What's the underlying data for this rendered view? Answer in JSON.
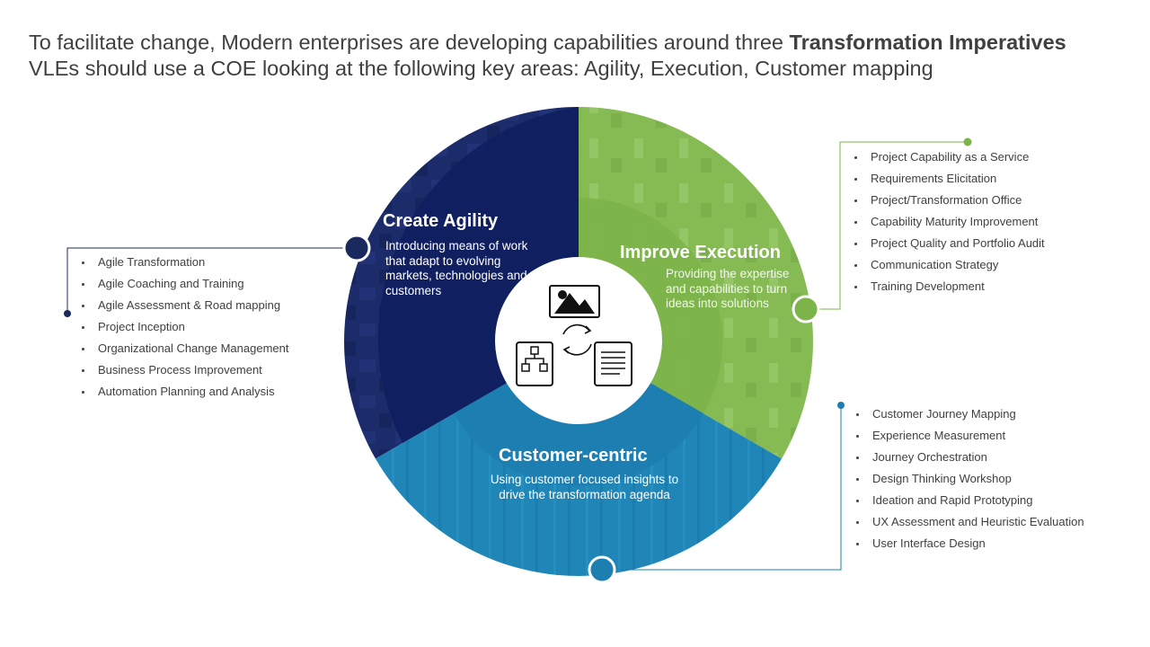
{
  "headline": {
    "line1_prefix": "To facilitate change, Modern enterprises are developing capabilities around three ",
    "line1_bold": "Transformation Imperatives",
    "line2": "VLEs should use a COE looking at the following key areas: Agility, Execution, Customer mapping"
  },
  "colors": {
    "agility": "#1b2a6b",
    "execution": "#7db44a",
    "customer": "#1d7fb0",
    "center": "#ffffff",
    "connector_agility": "#1b2a5e",
    "connector_execution": "#7db44a",
    "connector_customer": "#1d7fb0"
  },
  "segments": {
    "agility": {
      "title": "Create Agility",
      "description": "Introducing means of work that adapt to evolving markets, technologies and customers",
      "items": [
        "Agile Transformation",
        "Agile Coaching and Training",
        "Agile Assessment & Road mapping",
        "Project Inception",
        "Organizational Change Management",
        "Business Process Improvement",
        "Automation Planning and Analysis"
      ]
    },
    "execution": {
      "title": "Improve Execution",
      "description": "Providing the expertise and capabilities to turn ideas into solutions",
      "items": [
        "Project Capability as a Service",
        "Requirements Elicitation",
        "Project/Transformation  Office",
        "Capability Maturity Improvement",
        "Project Quality and Portfolio Audit",
        "Communication Strategy",
        "Training Development"
      ]
    },
    "customer": {
      "title": "Customer-centric",
      "description": "Using customer focused insights to drive the transformation agenda",
      "items": [
        "Customer Journey Mapping",
        "Experience Measurement",
        "Journey Orchestration",
        "Design Thinking Workshop",
        "Ideation and Rapid Prototyping",
        "UX Assessment and Heuristic Evaluation",
        "User Interface Design"
      ]
    }
  },
  "center_icons": [
    "image-icon",
    "refresh-cycle-icon",
    "flowchart-icon",
    "document-icon"
  ]
}
